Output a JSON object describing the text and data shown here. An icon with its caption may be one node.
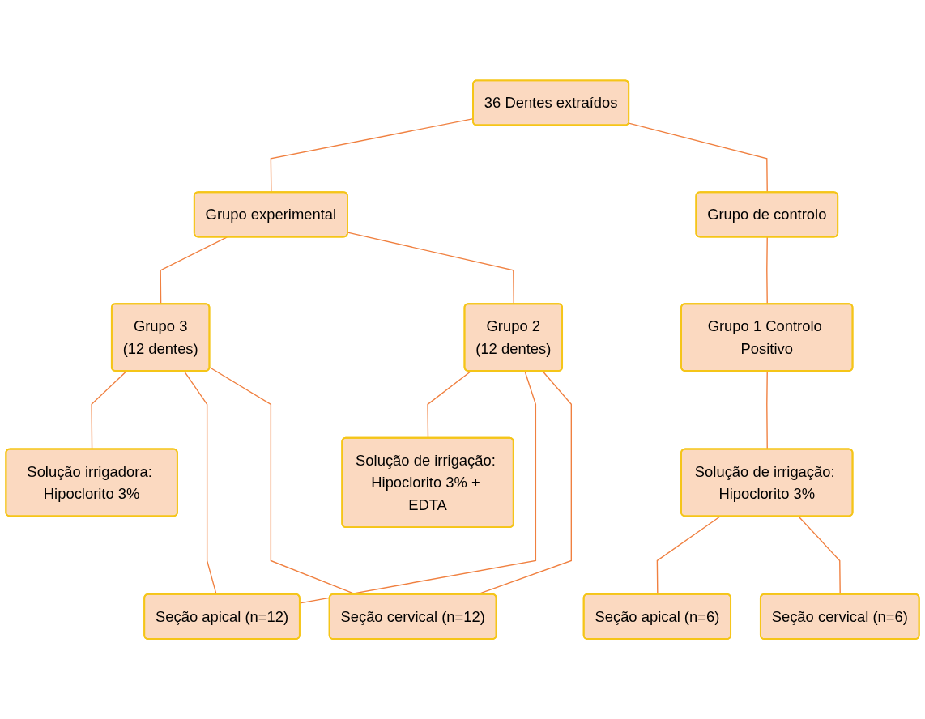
{
  "diagram": {
    "nodes": [
      {
        "text": [
          "36 Dentes extraídos"
        ]
      },
      {
        "text": [
          "Grupo experimental"
        ]
      },
      {
        "text": [
          "Grupo de controlo"
        ]
      },
      {
        "text": [
          "Grupo 3",
          "(12 dentes)"
        ]
      },
      {
        "text": [
          "Grupo 2",
          "(12 dentes)"
        ]
      },
      {
        "text": [
          "Solução irrigadora: Hipoclorito 3%"
        ]
      },
      {
        "text": [
          "Solução de irrigação: Hipoclorito 3% + EDTA"
        ]
      },
      {
        "text": [
          "Grupo 1 Controlo Positivo"
        ]
      },
      {
        "text": [
          "Solução de irrigação: Hipoclorito 3%"
        ]
      },
      {
        "text": [
          "Seção apical (n=12)"
        ]
      },
      {
        "text": [
          "Seção cervical (n=12)"
        ]
      },
      {
        "text": [
          "Seção apical (n=6)"
        ]
      },
      {
        "text": [
          "Seção cervical (n=6)"
        ]
      }
    ],
    "edges": [
      {
        "from": 0,
        "to": 1,
        "arrow": "none"
      },
      {
        "from": 0,
        "to": 2,
        "arrow": "none"
      },
      {
        "from": 1,
        "to": 3,
        "arrow": "none"
      },
      {
        "from": 1,
        "to": 4,
        "arrow": "none"
      },
      {
        "from": 3,
        "to": 5,
        "arrow": "none"
      },
      {
        "from": 4,
        "to": 6,
        "arrow": "none"
      },
      {
        "from": 2,
        "to": 7,
        "arrow": "none"
      },
      {
        "from": 7,
        "to": 8,
        "arrow": "none"
      },
      {
        "from": 3,
        "to": 9,
        "arrow": "none"
      },
      {
        "from": 3,
        "to": 10,
        "arrow": "none"
      },
      {
        "from": 4,
        "to": 9,
        "arrow": "none"
      },
      {
        "from": 4,
        "to": 10,
        "arrow": "none"
      },
      {
        "from": 8,
        "to": 11,
        "arrow": "none"
      },
      {
        "from": 8,
        "to": 12,
        "arrow": "none"
      }
    ]
  }
}
